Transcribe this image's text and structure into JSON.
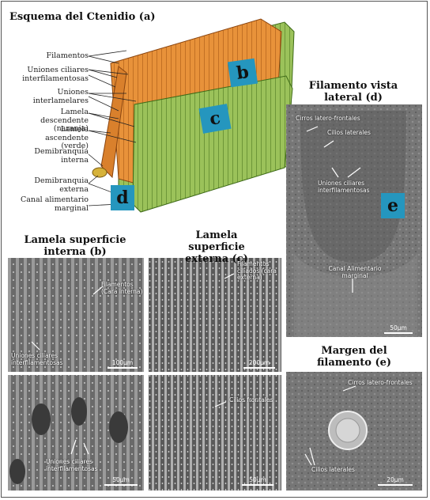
{
  "title": "Esquema del Ctenidio (a)",
  "schematic_labels": {
    "filamentos": "Filamentos",
    "uniones_ciliares": "Uniones ciliares interfilamentosas",
    "uniones_interlamelares": "Uniones interlamelares",
    "lamela_descendente": "Lamela descendente (naranja)",
    "lamela_ascendente": "Lamela ascendente (verde)",
    "demibranquia_interna": "Demibranquia interna",
    "demibranquia_externa": "Demibranquia externa",
    "canal_alimentario": "Canal alimentario marginal"
  },
  "tags": {
    "b": "b",
    "c": "c",
    "d": "d",
    "e": "e"
  },
  "headings": {
    "lateral": "Filamento vista lateral (d)",
    "interna": "Lamela superficie interna (b)",
    "externa": "Lamela superficie externa (c)",
    "margen": "Margen del filamento (e)"
  },
  "micrographs": {
    "lateral": {
      "cirros": "Cirros latero-frontales",
      "cilios": "Cilios laterales",
      "uniones": "Uniones ciliares interfilamentosas",
      "canal": "Canal Alimentario marginal",
      "scale": "50µm"
    },
    "interna_top": {
      "filamentos": "Filamentos (Cara interna)",
      "uniones": "Uniones ciliares interfilamentosas",
      "scale": "100µm"
    },
    "externa_top": {
      "filamentos": "Filamentos ciliados (cara externa)",
      "scale": "200µm"
    },
    "interna_bottom": {
      "uniones": "Uniones ciliares interfilamentosas",
      "scale": "50µm"
    },
    "externa_bottom": {
      "cilios": "Cilios frontales",
      "scale": "50µm"
    },
    "margen": {
      "cirros": "Cirros latero-frontales",
      "cilios": "Cilios laterales",
      "scale": "20µm"
    }
  },
  "colors": {
    "orange_lamella": "#e8923a",
    "green_lamella": "#9bc25a",
    "tag": "#2596be"
  }
}
